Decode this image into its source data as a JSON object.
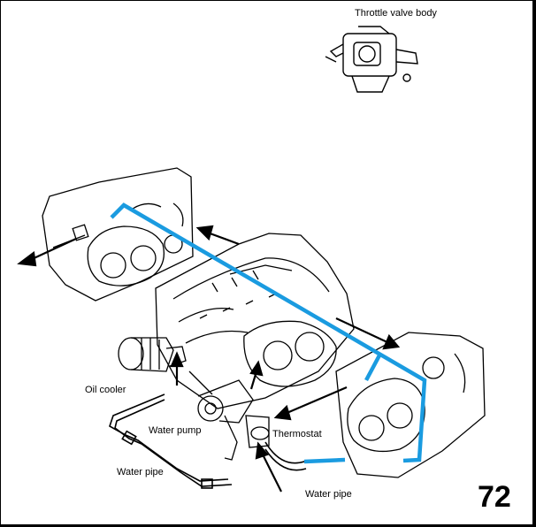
{
  "labels": {
    "throttle_valve_body": "Throttle valve body",
    "oil_cooler": "Oil cooler",
    "water_pump": "Water pump",
    "thermostat": "Thermostat",
    "water_pipe_left": "Water pipe",
    "water_pipe_bottom": "Water pipe"
  },
  "page_number": "72",
  "colors": {
    "coolant_path": "#1a9be0",
    "line_art": "#000000"
  }
}
